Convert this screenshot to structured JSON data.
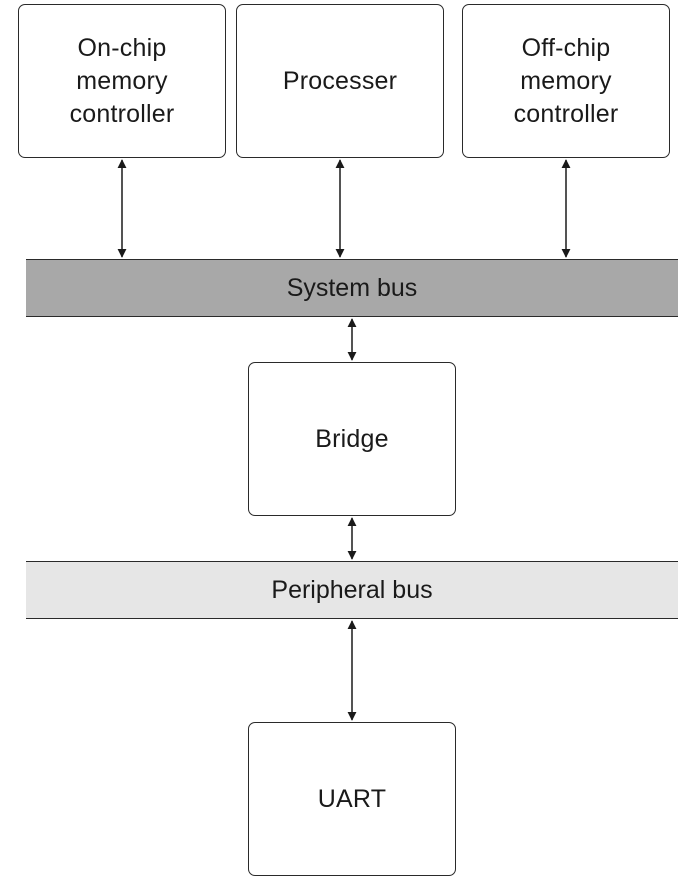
{
  "components": {
    "onchip_memory_controller": "On-chip\nmemory\ncontroller",
    "processor": "Processer",
    "offchip_memory_controller": "Off-chip\nmemory\ncontroller",
    "bridge": "Bridge",
    "uart": "UART"
  },
  "buses": {
    "system": "System bus",
    "peripheral": "Peripheral bus"
  },
  "colors": {
    "system_bus_fill": "#a8a8a8",
    "peripheral_bus_fill": "#e6e6e6",
    "stroke": "#2a2a2a"
  }
}
